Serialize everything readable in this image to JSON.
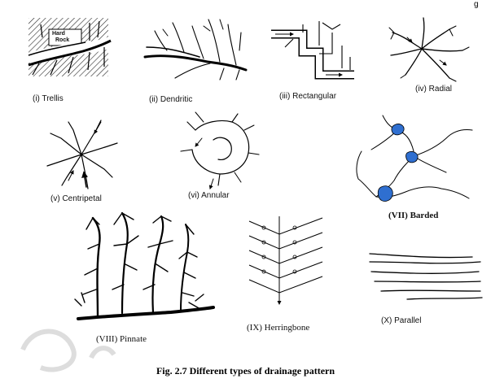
{
  "figure_caption": "Fig. 2.7 Different types of drainage pattern",
  "corner_fragment": "g",
  "panels": {
    "trellis": {
      "label": "(i)  Trellis",
      "inner_label_1": "Hard",
      "inner_label_2": "Rock"
    },
    "dendritic": {
      "label": "(ii)  Dendritic"
    },
    "rectangular": {
      "label": "(iii)  Rectangular"
    },
    "radial": {
      "label": "(iv)  Radial"
    },
    "centripetal": {
      "label": "(v)  Centripetal"
    },
    "annular": {
      "label": "(vi)  Annular"
    },
    "barded": {
      "label": "(VII) Barded",
      "lake_color": "#2f6fd0"
    },
    "pinnate": {
      "label": "(VIII)  Pinnate"
    },
    "herringbone": {
      "label": "(IX)  Herringbone"
    },
    "parallel": {
      "label": "(X)  Parallel"
    }
  }
}
